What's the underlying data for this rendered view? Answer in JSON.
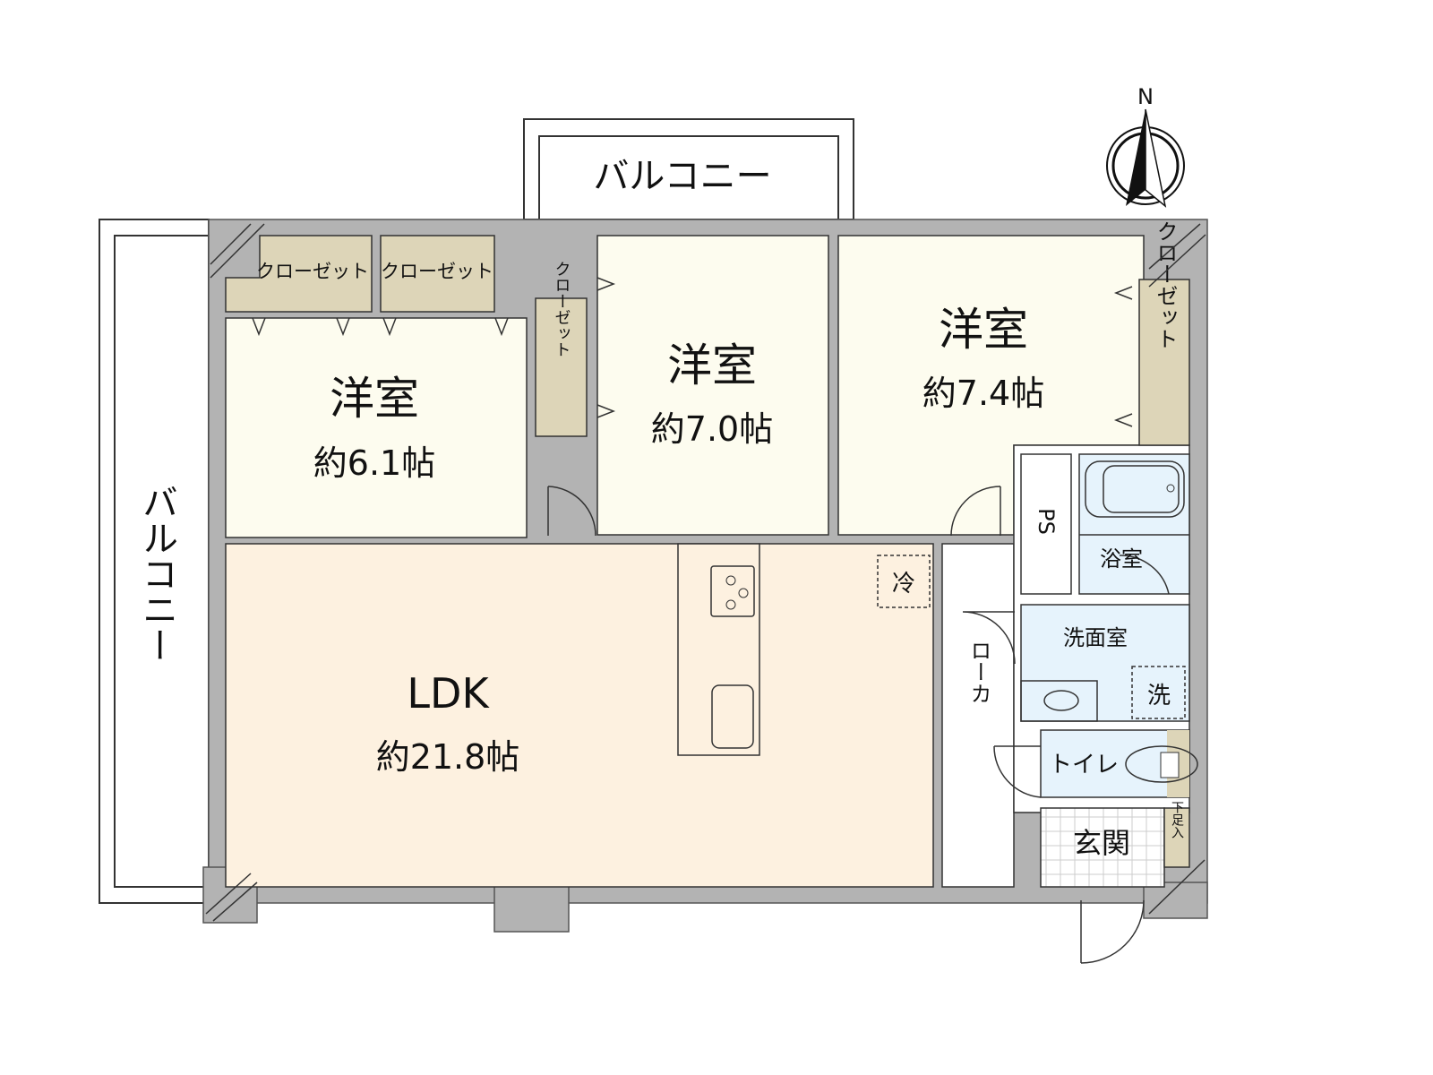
{
  "compass": {
    "label": "N"
  },
  "balconies": {
    "top": "バルコニー",
    "left": "バルコニー"
  },
  "rooms": {
    "west1": {
      "name": "洋室",
      "area": "約6.1帖"
    },
    "west2": {
      "name": "洋室",
      "area": "約7.0帖"
    },
    "west3": {
      "name": "洋室",
      "area": "約7.4帖"
    },
    "ldk": {
      "name": "LDK",
      "area": "約21.8帖"
    },
    "ps": "PS",
    "bath": "浴室",
    "washroom": "洗面室",
    "toilet": "トイレ",
    "entrance": "玄関",
    "shoebox": "下足入",
    "corridor": "ローカ"
  },
  "closets": {
    "label": "クローゼット"
  },
  "appliances": {
    "fridge": "冷",
    "washer": "洗"
  },
  "colors": {
    "wall": "#b3b3b3",
    "western": "#fdfcef",
    "ldk": "#fdf1e0",
    "closet": "#ddd5b8",
    "wet": "#e6f3fc"
  }
}
